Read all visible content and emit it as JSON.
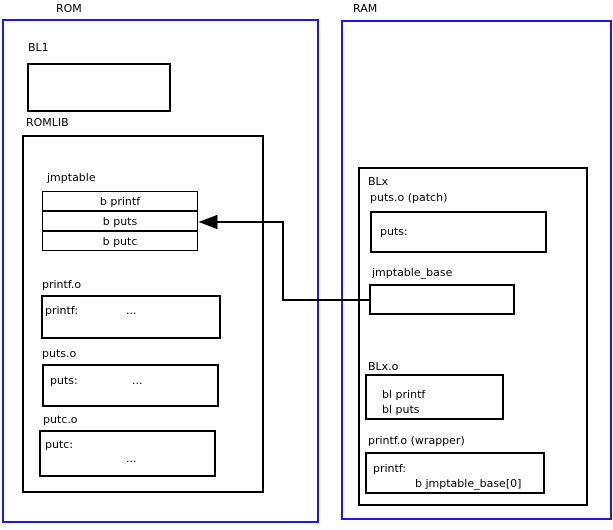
{
  "colors": {
    "region_border": "#1a1ae8",
    "box_border": "#000000",
    "background": "#ffffff",
    "text": "#000000",
    "arrow": "#000000"
  },
  "rom": {
    "title": "ROM",
    "bl1_label": "BL1",
    "romlib": {
      "label": "ROMLIB",
      "jmptable": {
        "label": "jmptable",
        "rows": [
          "b printf",
          "b puts",
          "b putc"
        ]
      },
      "printf_o": {
        "label": "printf.o",
        "symbol": "printf:",
        "ellipsis": "..."
      },
      "puts_o": {
        "label": "puts.o",
        "symbol": "puts:",
        "ellipsis": "..."
      },
      "putc_o": {
        "label": "putc.o",
        "symbol": "putc:",
        "ellipsis": "..."
      }
    }
  },
  "ram": {
    "title": "RAM",
    "blx": {
      "label": "BLx",
      "puts_patch": {
        "label": "puts.o (patch)",
        "symbol": "puts:"
      },
      "jmptable_base": {
        "label": "jmptable_base"
      },
      "blx_o": {
        "label": "BLx.o",
        "line1": "bl printf",
        "line2": "bl puts"
      },
      "printf_wrapper": {
        "label": "printf.o (wrapper)",
        "symbol": "printf:",
        "body": "b jmptable_base[0]"
      }
    }
  },
  "arrow": {
    "description": "jmptable_base points to jmptable row b puts"
  }
}
